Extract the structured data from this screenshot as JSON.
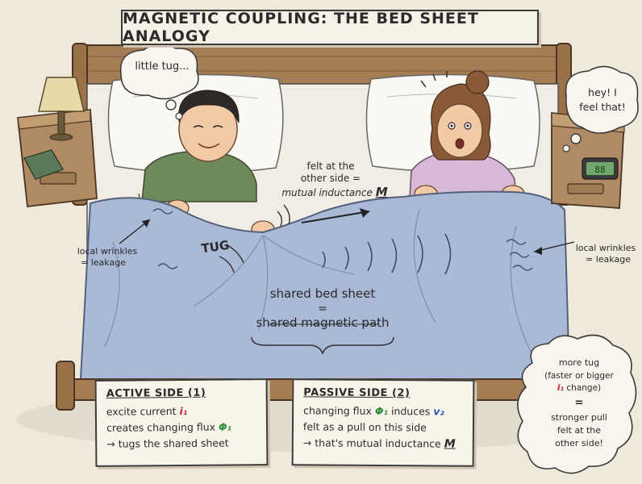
{
  "title": "MAGNETIC COUPLING: THE BED SHEET ANALOGY",
  "bubbles": {
    "left": "little tug...",
    "right_line1": "hey! I",
    "right_line2": "feel that!"
  },
  "labels": {
    "felt_line1": "felt at the",
    "felt_line2": "other side =",
    "felt_line3": "mutual inductance",
    "felt_symbol": "M",
    "tug": "TUG",
    "wrinkles_left_line1": "local wrinkles",
    "wrinkles_left_line2": "= leakage",
    "wrinkles_right_line1": "local wrinkles",
    "wrinkles_right_line2": "= leakage",
    "shared_line1": "shared bed sheet",
    "shared_eq": "=",
    "shared_line2": "shared magnetic path"
  },
  "active_panel": {
    "heading": "ACTIVE SIDE (1)",
    "line1_text": "excite current",
    "line1_symbol": "i₁",
    "line2_text": "creates changing flux",
    "line2_symbol": "Φ₁",
    "line3_text": "→ tugs the shared sheet"
  },
  "passive_panel": {
    "heading": "PASSIVE SIDE (2)",
    "line1_text": "changing flux",
    "line1_symbol": "Φ₁",
    "line1_mid": "induces",
    "line1_symbol2": "v₂",
    "line2_text": "felt as a pull on this side",
    "line3_text": "→ that's mutual inductance",
    "line3_symbol": "M"
  },
  "cloud": {
    "line1": "more tug",
    "line2": "(faster or bigger",
    "line3_symbol": "i₁",
    "line3_text": "change)",
    "eq": "=",
    "line4": "stronger pull",
    "line5": "felt at the",
    "line6": "other side!"
  },
  "colors": {
    "background": "#efe9dc",
    "sheet": "#a9b9d6",
    "wood": "#a07a52",
    "red": "#c0262c",
    "green": "#2d8a3a",
    "blue": "#1f4fb5"
  }
}
